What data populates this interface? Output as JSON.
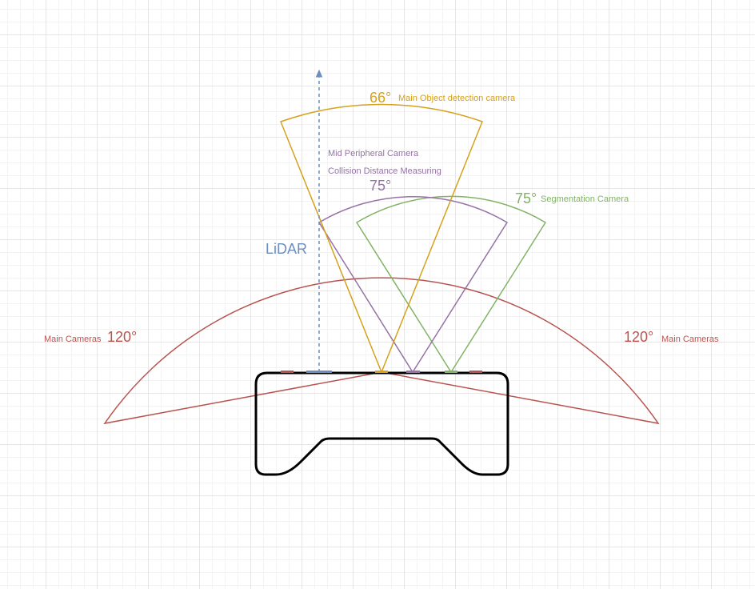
{
  "colors": {
    "red": "#b85450",
    "gold": "#d6a11b",
    "purple": "#9673a6",
    "green": "#82b366",
    "blue": "#6c8ebf",
    "body": "#000000"
  },
  "labels": {
    "main_cameras_left_text": "Main Cameras",
    "main_cameras_left_angle": "120°",
    "main_cameras_right_angle": "120°",
    "main_cameras_right_text": "Main Cameras",
    "object_angle": "66°",
    "object_text": "Main Object detection camera",
    "mid_peripheral_text": "Mid Peripheral Camera",
    "collision_text": "Collision Distance Measuring",
    "mid_angle": "75°",
    "segmentation_angle": "75°",
    "segmentation_text": "Segmentation Camera",
    "lidar": "LiDAR"
  }
}
